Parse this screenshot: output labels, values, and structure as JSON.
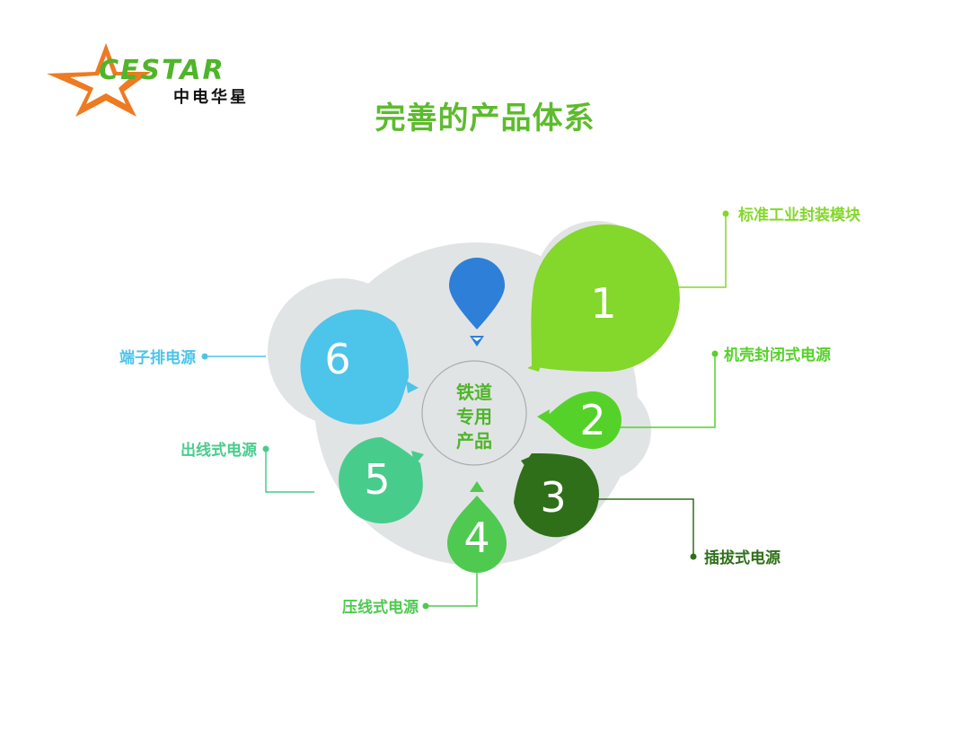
{
  "logo": {
    "brand": "CESTAR",
    "cn_name": "中电华星",
    "colors": {
      "star": "#ee7a22",
      "brand": "#4fb52a",
      "cn": "#111111"
    }
  },
  "title": "完善的产品体系",
  "center": {
    "lines": [
      "铁道",
      "专用",
      "产品"
    ]
  },
  "colors": {
    "title": "#5dbb2d",
    "circle_bg": "#e1e4e5",
    "drop_top": "#2e7fd8",
    "item1": "#84d72b",
    "item2": "#55d22a",
    "item3": "#2f6f1a",
    "item4": "#5bd85b",
    "item5": "#48cc8c",
    "item6": "#4dc4ea"
  },
  "items": [
    {
      "num": "1",
      "label": "标准工业封装模块",
      "color": "#84d72b"
    },
    {
      "num": "2",
      "label": "机壳封闭式电源",
      "color": "#55d22a"
    },
    {
      "num": "3",
      "label": "插拔式电源",
      "color": "#2f6f1a"
    },
    {
      "num": "4",
      "label": "压线式电源",
      "color": "#4fc950"
    },
    {
      "num": "5",
      "label": "出线式电源",
      "color": "#48cc8c"
    },
    {
      "num": "6",
      "label": "端子排电源",
      "color": "#4dc4ea"
    }
  ]
}
